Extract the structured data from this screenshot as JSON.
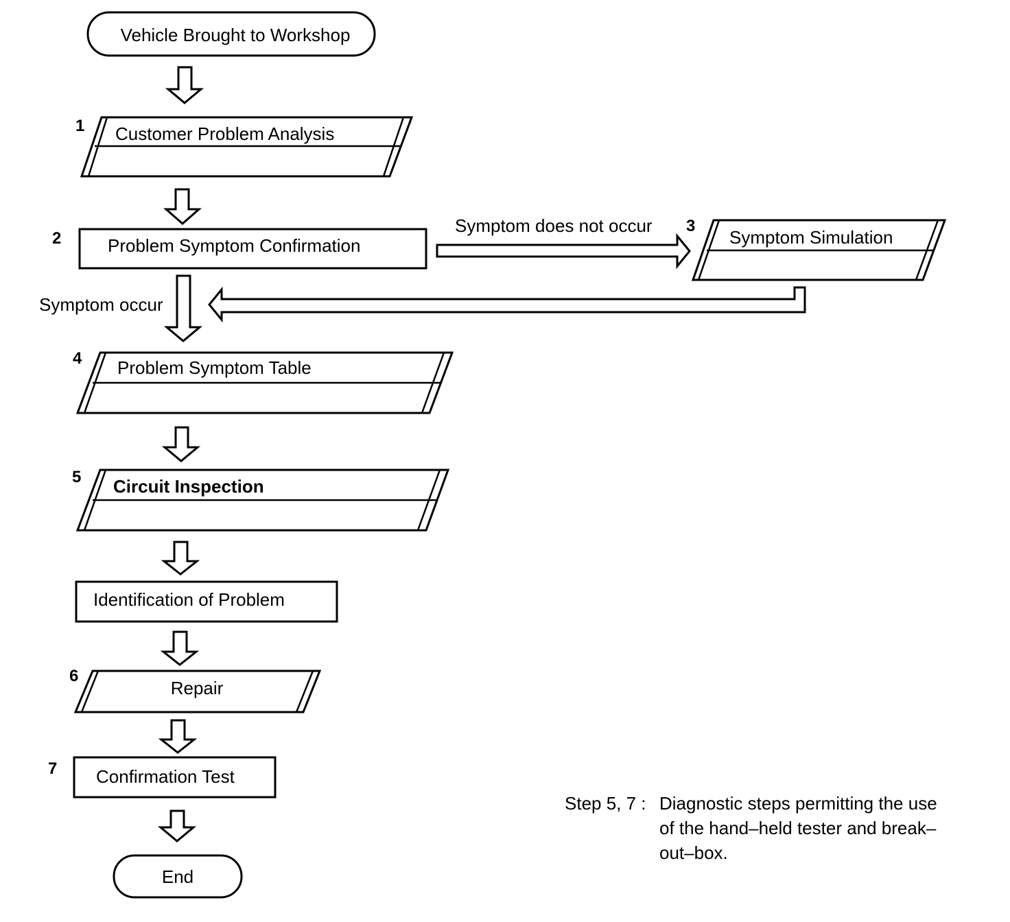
{
  "start": {
    "label": "Vehicle Brought to Workshop"
  },
  "steps": {
    "customer_analysis": {
      "number": "1",
      "label": "Customer Problem Analysis"
    },
    "symptom_confirmation": {
      "number": "2",
      "label": "Problem Symptom Confirmation"
    },
    "symptom_simulation": {
      "number": "3",
      "label": "Symptom Simulation"
    },
    "symptom_table": {
      "number": "4",
      "label": "Problem Symptom Table"
    },
    "circuit_inspection": {
      "number": "5",
      "label": "Circuit Inspection"
    },
    "identification": {
      "label": "Identification of Problem"
    },
    "repair": {
      "number": "6",
      "label": "Repair"
    },
    "confirmation_test": {
      "number": "7",
      "label": "Confirmation Test"
    }
  },
  "end": {
    "label": "End"
  },
  "branches": {
    "not_occur": "Symptom does not occur",
    "occur": "Symptom occur"
  },
  "note": {
    "prefix": "Step 5, 7 :",
    "lines": [
      "Diagnostic steps permitting the use",
      "of the hand–held tester and break–",
      "out–box."
    ]
  }
}
